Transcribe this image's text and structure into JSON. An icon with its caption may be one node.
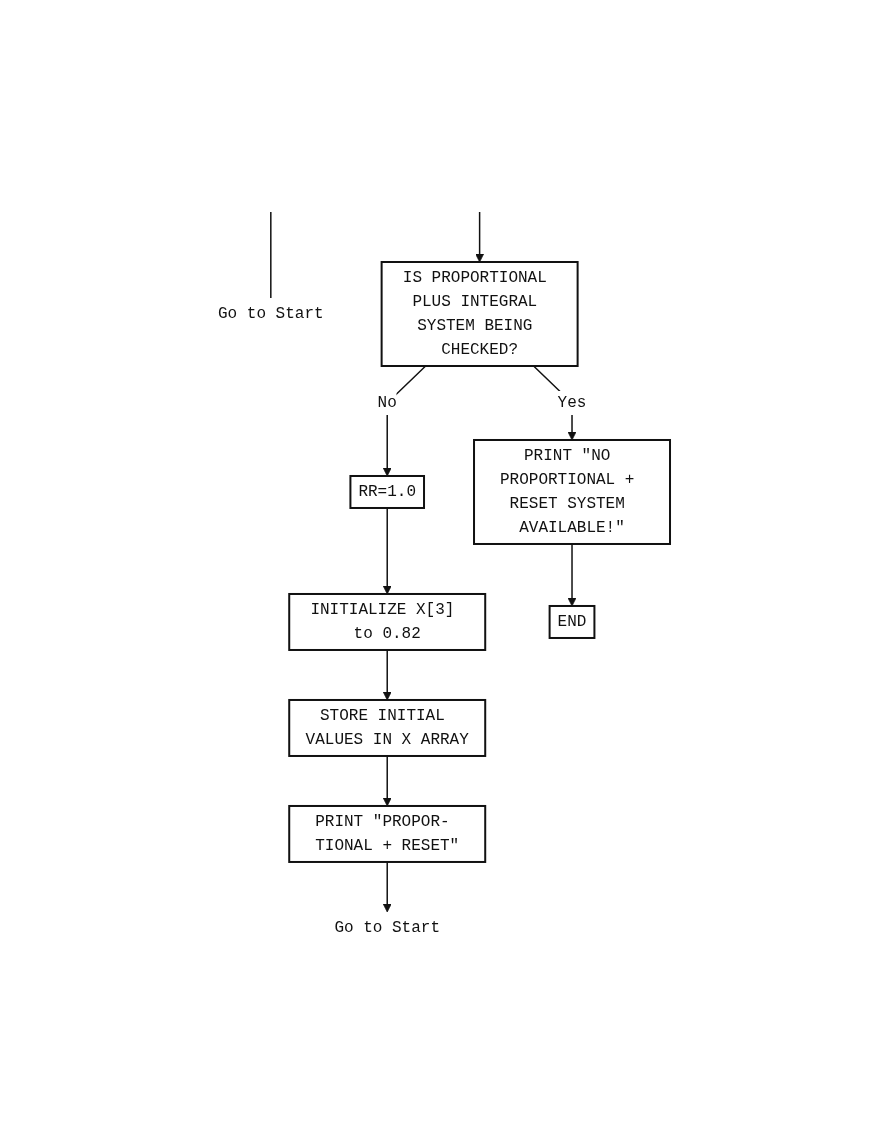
{
  "diagram": {
    "nodes": [
      {
        "text": [
          "Go to Start"
        ]
      },
      {
        "text": [
          "IS PROPORTIONAL PLUS INTEGRAL SYSTEM BEING CHECKED?"
        ]
      },
      {
        "text": [
          "RR=1.0"
        ]
      },
      {
        "text": [
          "INITIALIZE X[3] to 0.82"
        ]
      },
      {
        "text": [
          "STORE INITIAL VALUES IN X ARRAY"
        ]
      },
      {
        "text": [
          "PRINT \"PROPOR- TIONAL + RESET\""
        ]
      },
      {
        "text": [
          "Go to Start"
        ]
      },
      {
        "text": [
          "PRINT \"NO PROPORTIONAL + RESET SYSTEM AVAILABLE!\""
        ]
      },
      {
        "text": [
          "END"
        ]
      }
    ],
    "edges": [
      {
        "from": null,
        "to": 0,
        "arrow": "none"
      },
      {
        "from": null,
        "to": 1,
        "arrow": "to"
      },
      {
        "from": 1,
        "to": 2,
        "arrow": "to",
        "label": "No"
      },
      {
        "from": 2,
        "to": 3,
        "arrow": "to"
      },
      {
        "from": 3,
        "to": 4,
        "arrow": "to"
      },
      {
        "from": 4,
        "to": 5,
        "arrow": "to"
      },
      {
        "from": 5,
        "to": 6,
        "arrow": "to"
      },
      {
        "from": 1,
        "to": 7,
        "arrow": "to",
        "label": "Yes"
      },
      {
        "from": 7,
        "to": 8,
        "arrow": "to"
      }
    ]
  }
}
